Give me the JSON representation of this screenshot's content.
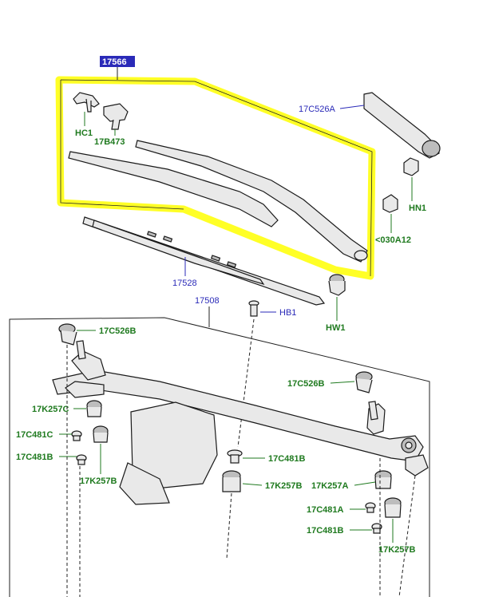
{
  "labels": {
    "assembly_main": "17566",
    "hc1": "HC1",
    "b473": "17B473",
    "arm": "17C526A",
    "hn1": "HN1",
    "a030": "<030A12",
    "blade": "17528",
    "hw1": "HW1",
    "linkage": "17508",
    "hb1": "HB1",
    "c526b_top": "17C526B",
    "c526b_right": "17C526B",
    "k257c": "17K257C",
    "c481c": "17C481C",
    "c481b_left": "17C481B",
    "k257b_left": "17K257B",
    "c481b_center": "17C481B",
    "k257b_center": "17K257B",
    "k257a": "17K257A",
    "c481a": "17C481A",
    "c481b_right": "17C481B",
    "k257b_right": "17K257B"
  },
  "colors": {
    "highlight": "#ffff00",
    "label_blue": "#2a2ab8",
    "label_green": "#1f7a1f",
    "badge_fill": "#2a2ab8"
  }
}
